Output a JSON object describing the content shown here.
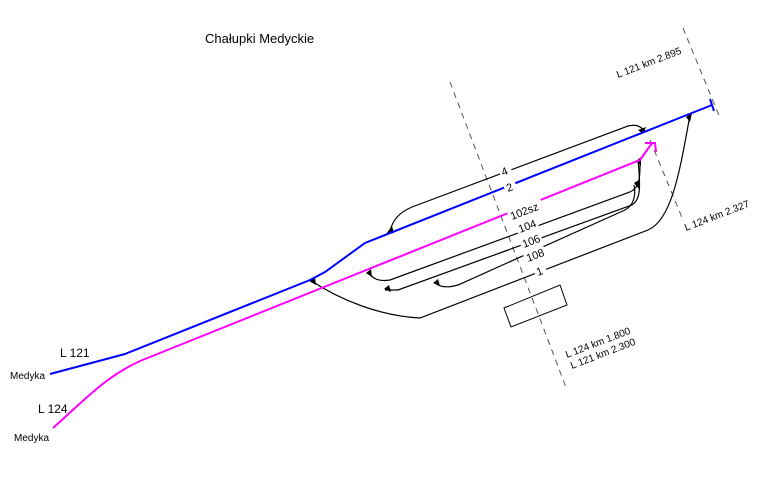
{
  "title": "Chałupki Medyckie",
  "colors": {
    "line_121": "#0000ff",
    "line_124": "#ff00ff",
    "track": "#000000"
  },
  "lines": [
    {
      "label": "L 121",
      "origin": "Medyka"
    },
    {
      "label": "L 124",
      "origin": "Medyka"
    }
  ],
  "tracks": [
    "4",
    "2",
    "102sz",
    "104",
    "106",
    "108",
    "1"
  ],
  "kilometrage": {
    "east_121": "L 121 km  2.895",
    "east_124": "L 124 km  2.327",
    "mid_124": "L 124 km  1.800",
    "mid_121": "L 121 km  2.300"
  }
}
